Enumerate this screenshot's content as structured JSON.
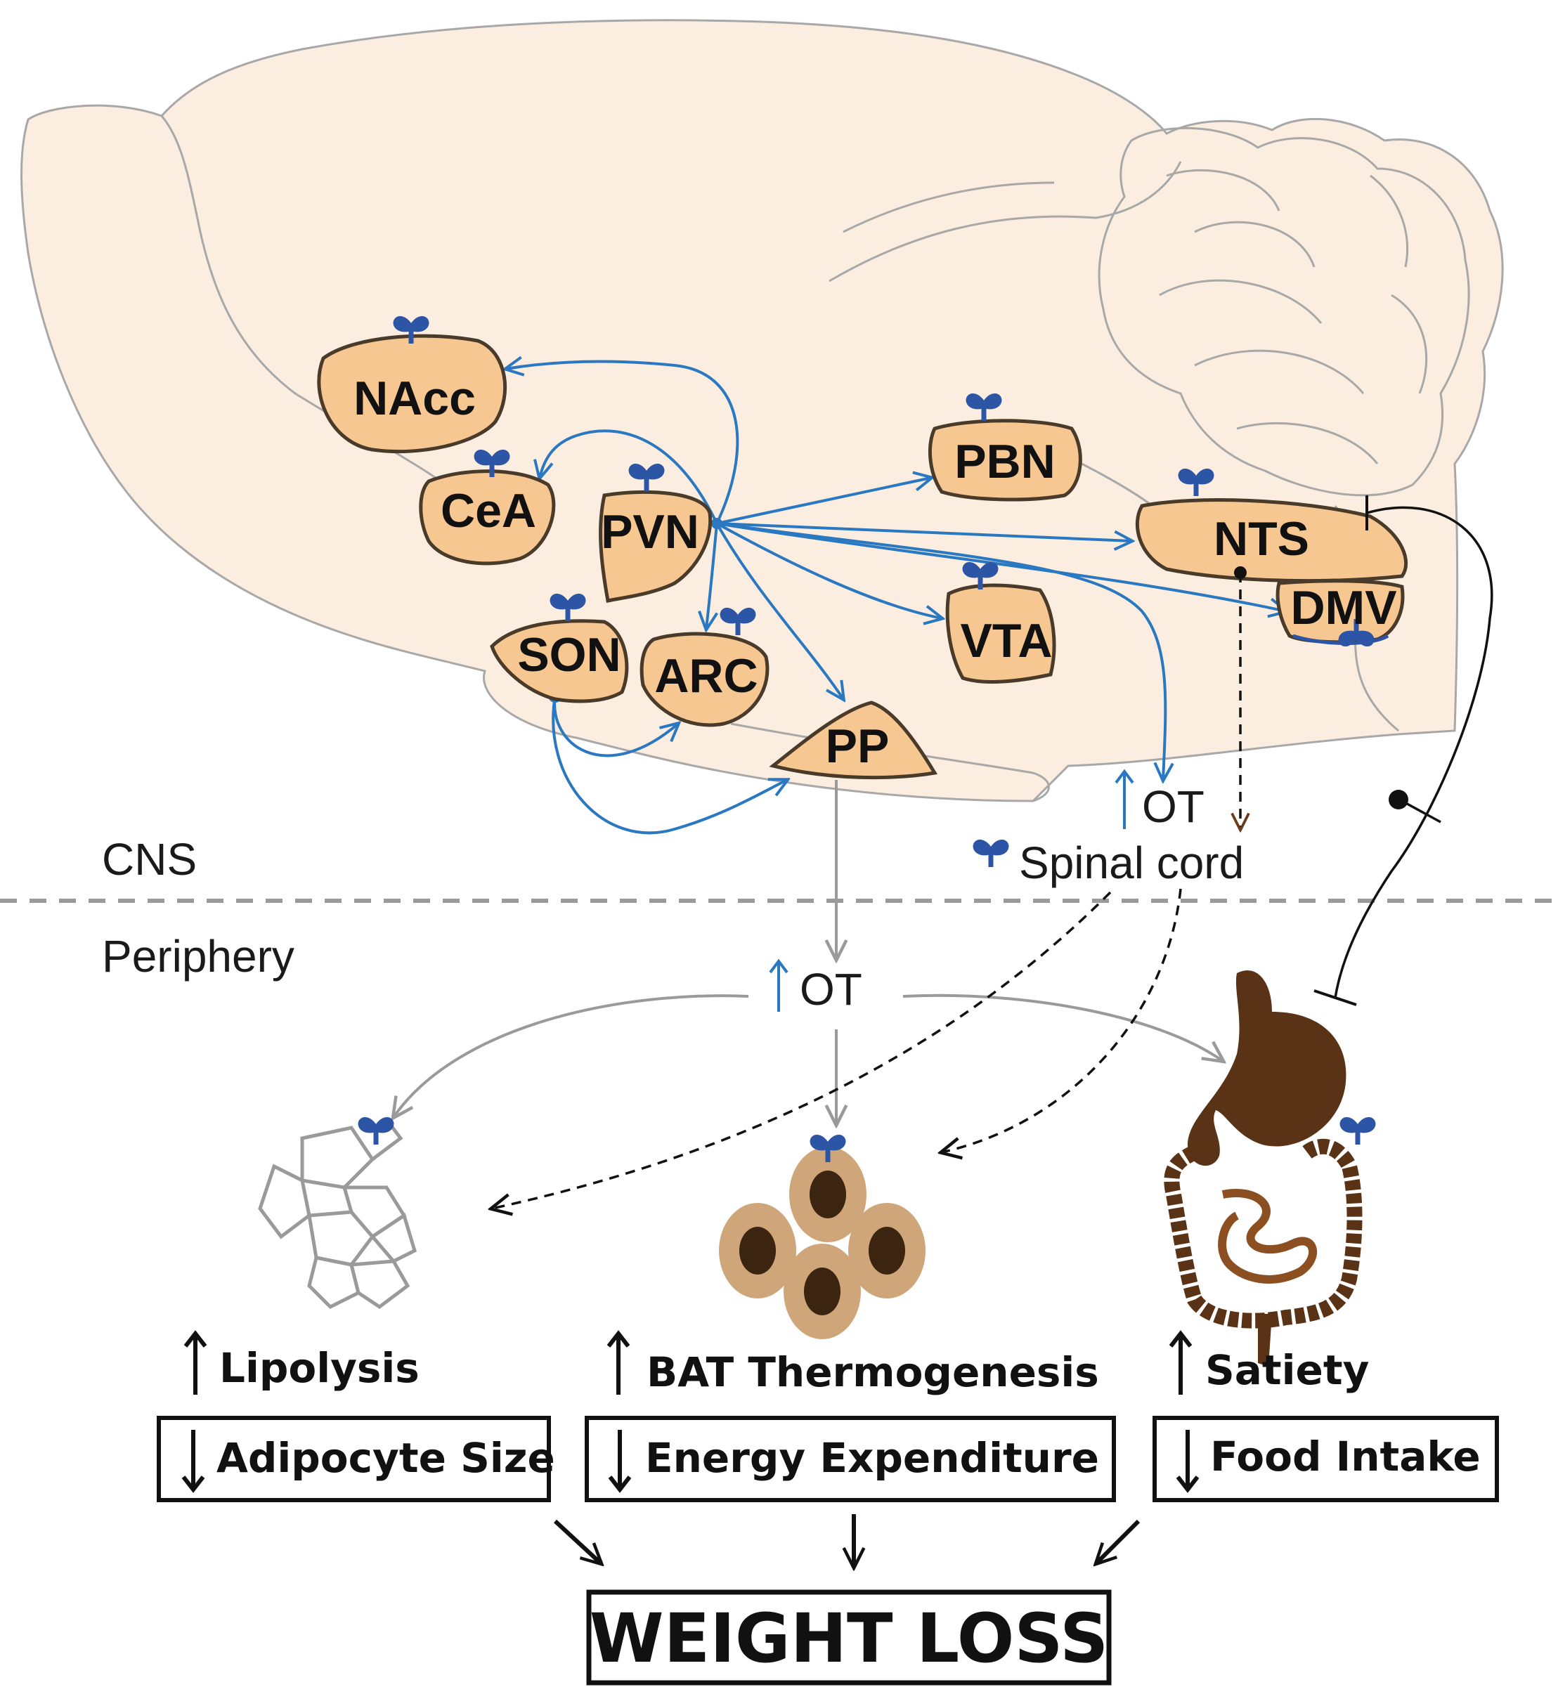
{
  "zones": {
    "cns": "CNS",
    "periphery": "Periphery"
  },
  "regions": {
    "nacc": "NAcc",
    "cea": "CeA",
    "pvn": "PVN",
    "son": "SON",
    "arc": "ARC",
    "pp": "PP",
    "pbn": "PBN",
    "vta": "VTA",
    "nts": "NTS",
    "dmv": "DMV"
  },
  "labels": {
    "ot_spinal": "OT",
    "spinal_cord": "Spinal cord",
    "ot_periphery": "OT"
  },
  "effects": {
    "lipolysis": "Lipolysis",
    "bat": "BAT Thermogenesis",
    "satiety": "Satiety",
    "adipocyte": "Adipocyte Size",
    "energy": "Energy Expenditure",
    "food": "Food Intake"
  },
  "outcome": "WEIGHT LOSS",
  "colors": {
    "brain_fill": "#fbeee0",
    "brain_outline": "#a8a8a8",
    "nucleus_fill": "#f6c791",
    "nucleus_outline": "#4a3a2a",
    "projection": "#2a78c2",
    "receptor": "#2d55a6",
    "hormone_path": "#9a9a9a",
    "neural_path": "#111111",
    "gut": "#5a3216",
    "bat_ring": "#cfa57a",
    "bat_core": "#3b2410"
  },
  "icons": [
    "oxytocin-receptor-icon",
    "adipose-tissue-icon",
    "brown-adipose-icon",
    "stomach-intestine-icon"
  ]
}
